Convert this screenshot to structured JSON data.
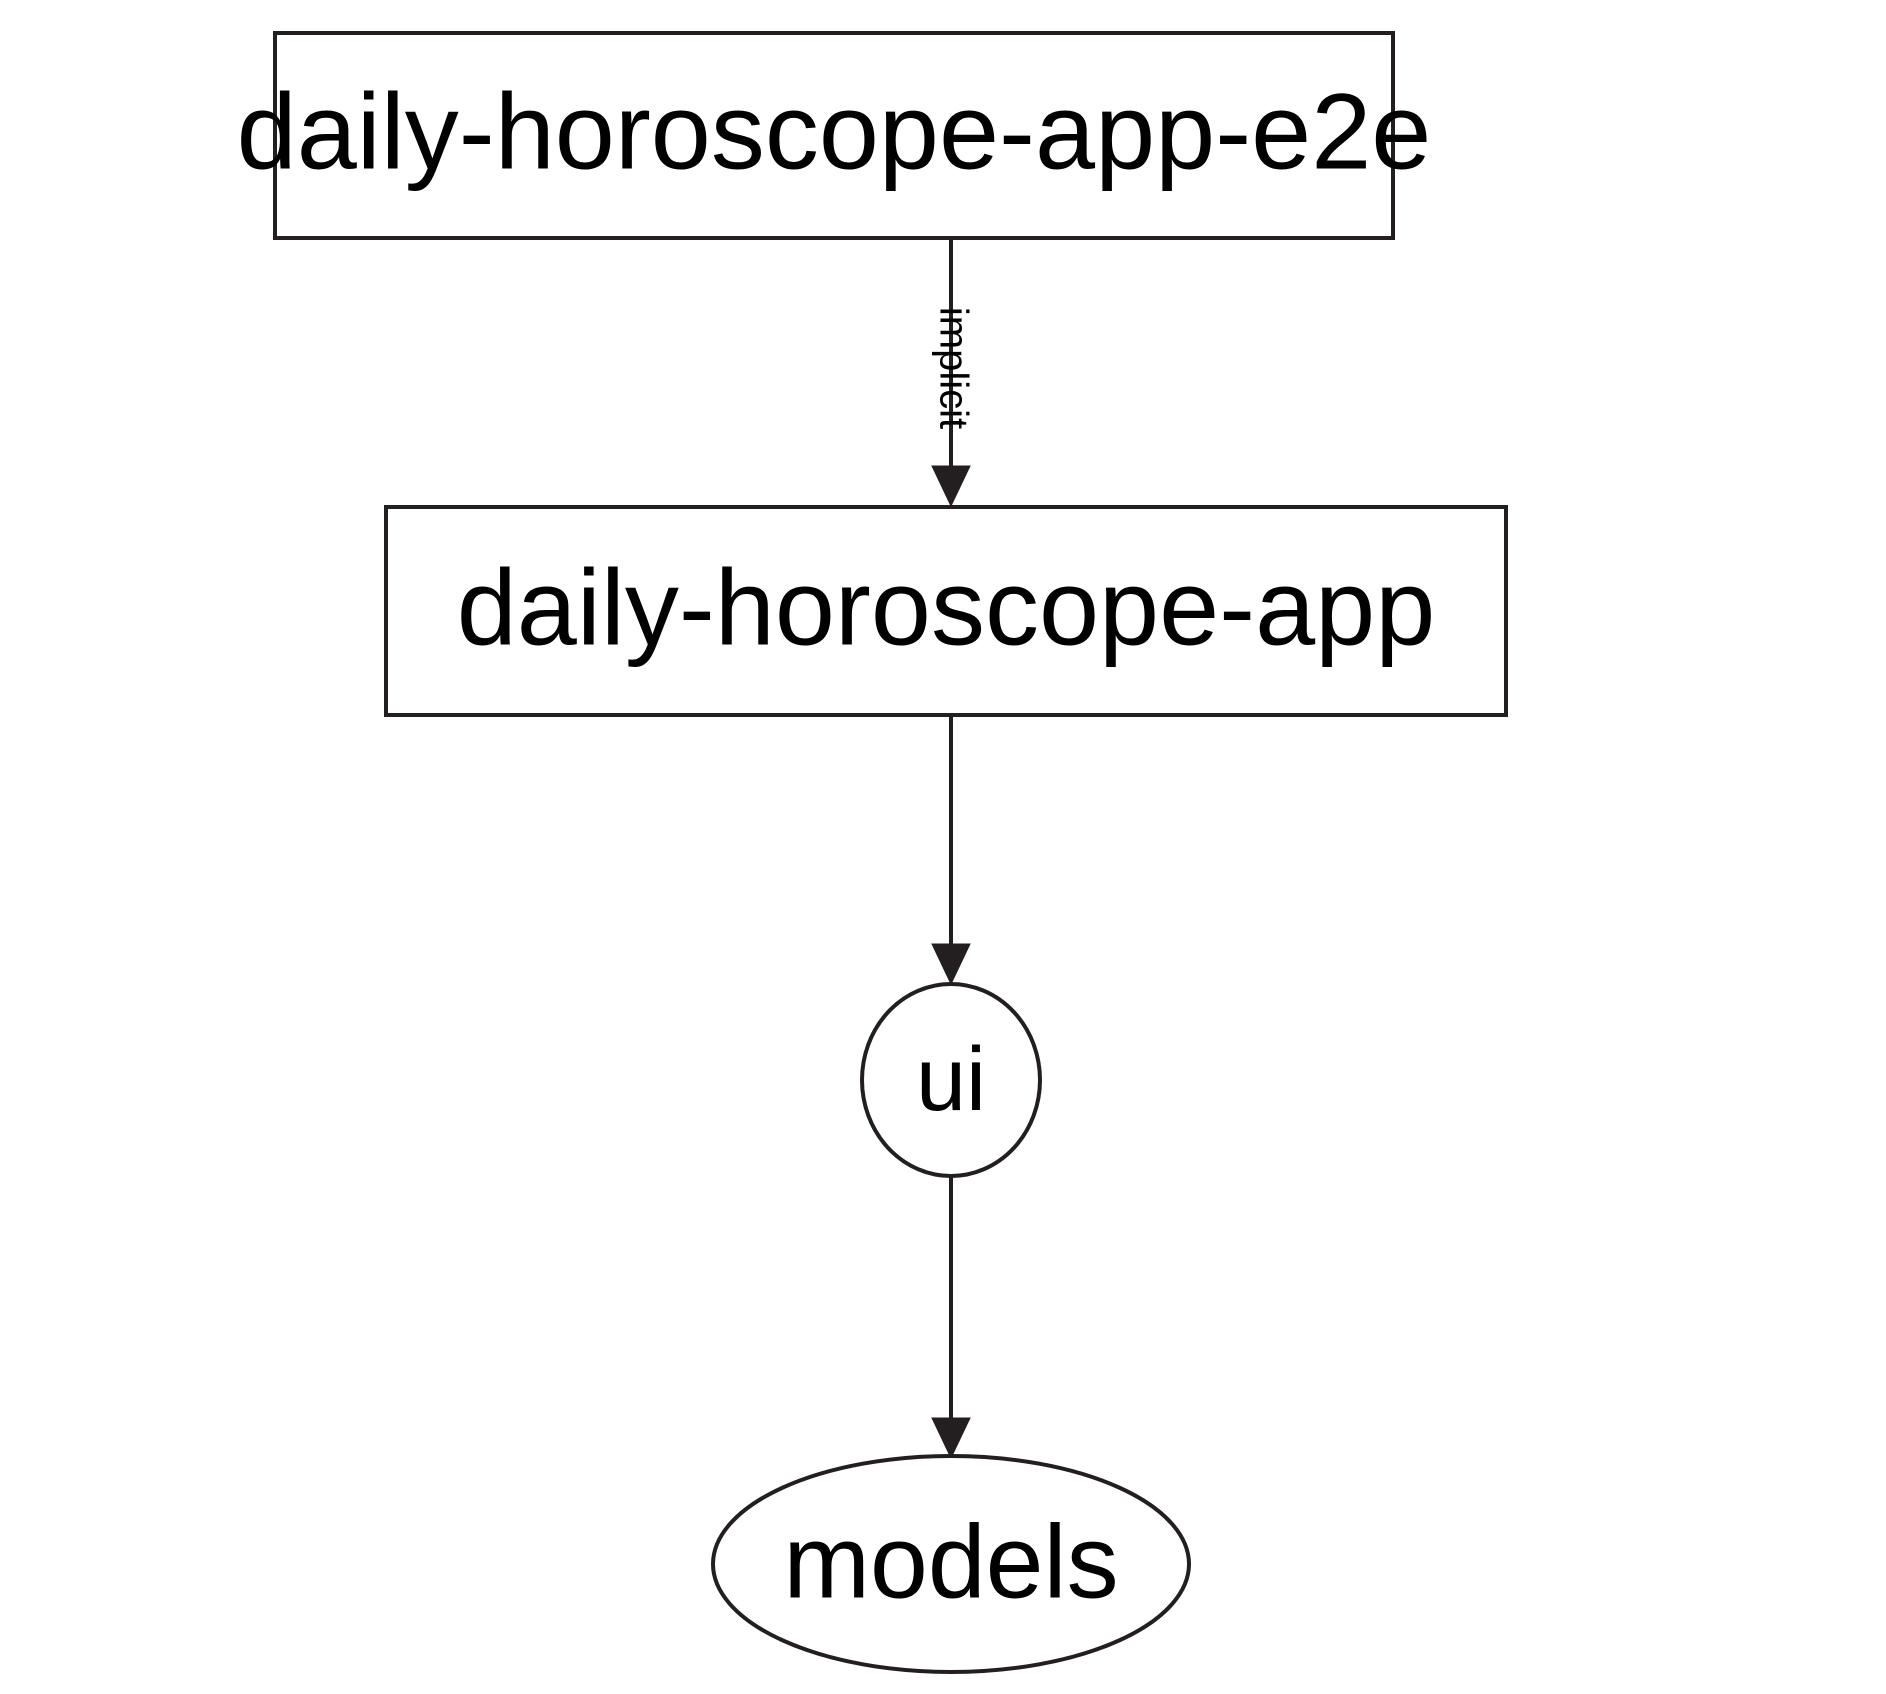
{
  "diagram": {
    "type": "directed-graph",
    "orientation": "top-to-bottom",
    "background_color": "#ffffff",
    "stroke_color": "#231f20",
    "text_color": "#000000",
    "nodes": [
      {
        "id": "daily-horoscope-app-e2e",
        "label": "daily-horoscope-app-e2e",
        "shape": "rectangle"
      },
      {
        "id": "daily-horoscope-app",
        "label": "daily-horoscope-app",
        "shape": "rectangle"
      },
      {
        "id": "ui",
        "label": "ui",
        "shape": "ellipse"
      },
      {
        "id": "models",
        "label": "models",
        "shape": "ellipse"
      }
    ],
    "edges": [
      {
        "from": "daily-horoscope-app-e2e",
        "to": "daily-horoscope-app",
        "label": "implicit",
        "label_rotation": "vertical"
      },
      {
        "from": "daily-horoscope-app",
        "to": "ui",
        "label": ""
      },
      {
        "from": "ui",
        "to": "models",
        "label": ""
      }
    ]
  }
}
